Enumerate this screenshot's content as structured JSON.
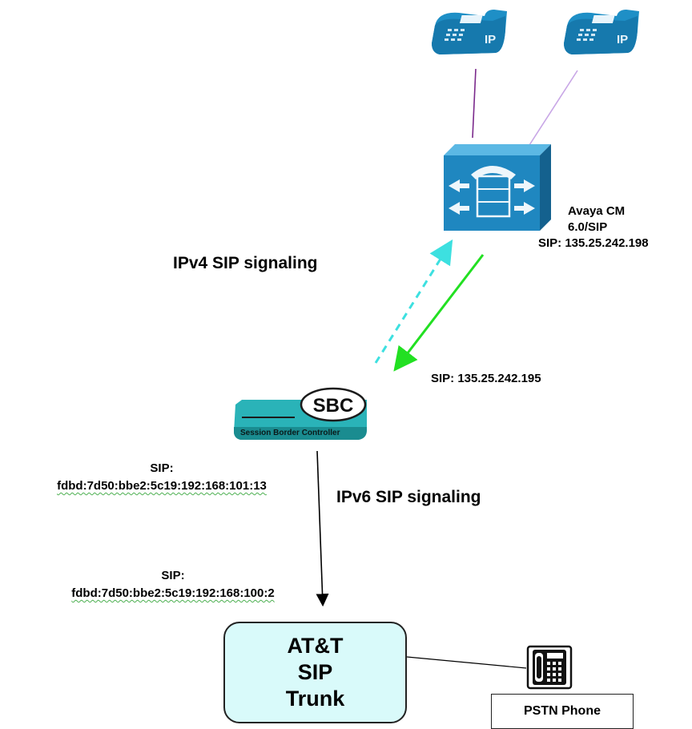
{
  "labels": {
    "ipv4_signaling": "IPv4 SIP signaling",
    "ipv6_signaling": "IPv6 SIP signaling"
  },
  "avaya": {
    "line1": "Avaya CM",
    "line2": "6.0/SIP",
    "line3": "SIP: 135.25.242.198"
  },
  "sbc": {
    "badge": "SBC",
    "caption": "Session Border Controller",
    "ipv4_address": "SIP: 135.25.242.195",
    "ipv6_address_prefix": "SIP:",
    "ipv6_address": "fdbd:7d50:bbe2:5c19:192:168:101:13"
  },
  "trunk": {
    "address_prefix": "SIP:",
    "address": "fdbd:7d50:bbe2:5c19:192:168:100:2",
    "line1": "AT&T",
    "line2": "SIP",
    "line3": "Trunk"
  },
  "pstn": {
    "label": "PSTN Phone"
  },
  "colors": {
    "ip_phone": "#1e8fc6",
    "cm_box": "#1f87c0",
    "sbc_body": "#2ab3b8",
    "trunk_fill": "#d9fafa",
    "arrow_dashed": "#3de0e0",
    "arrow_green": "#22e022",
    "phone_line_1": "#7b2a8c",
    "phone_line_2": "#c8a6e6"
  },
  "icons": [
    "ip-phone-icon",
    "avaya-cm-icon",
    "sbc-icon",
    "pstn-phone-icon"
  ]
}
